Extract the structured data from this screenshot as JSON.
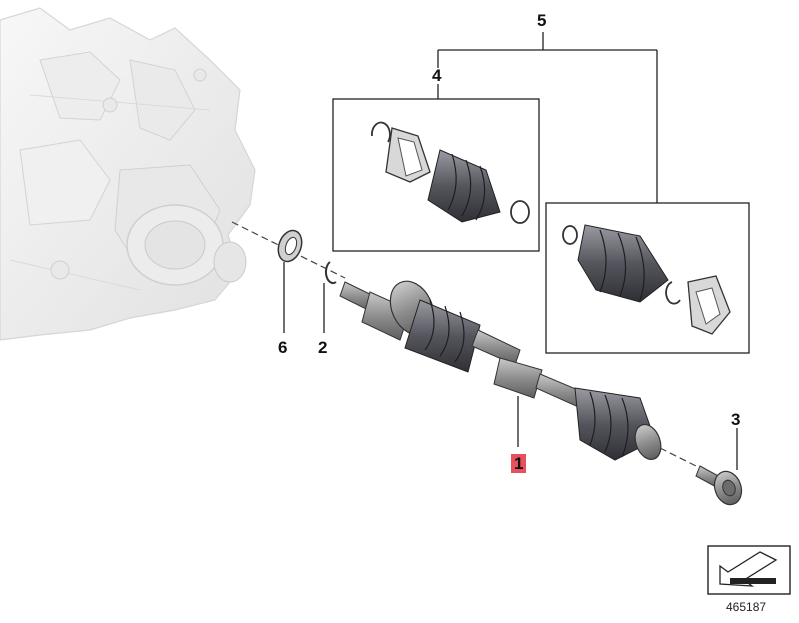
{
  "diagram": {
    "callouts": [
      {
        "id": "1",
        "label": "1",
        "highlighted": true
      },
      {
        "id": "2",
        "label": "2",
        "highlighted": false
      },
      {
        "id": "3",
        "label": "3",
        "highlighted": false
      },
      {
        "id": "4",
        "label": "4",
        "highlighted": false
      },
      {
        "id": "5",
        "label": "5",
        "highlighted": false
      },
      {
        "id": "6",
        "label": "6",
        "highlighted": false
      }
    ],
    "diagram_number": "465187",
    "highlight_color": "#e8505b",
    "icons": [
      "transmission-image",
      "drive-shaft-image",
      "boot-kit-inner-image",
      "boot-kit-outer-image",
      "direction-arrow-icon"
    ]
  }
}
